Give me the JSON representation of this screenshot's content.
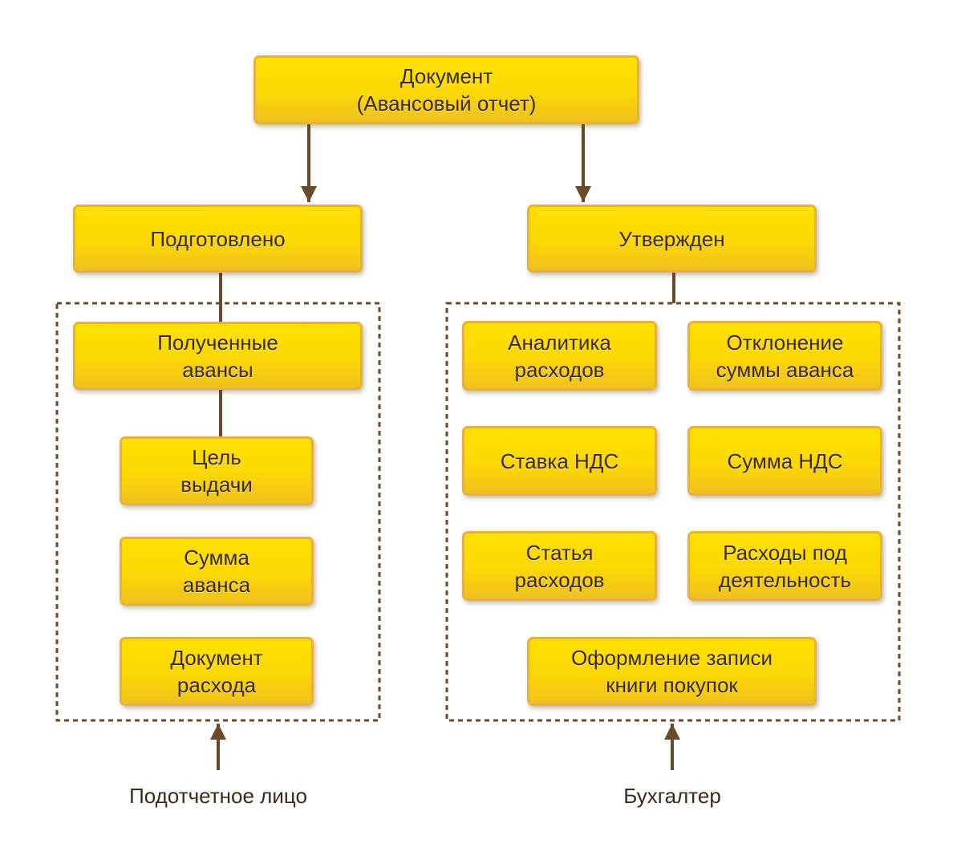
{
  "colors": {
    "connector": "#6b4a2b",
    "box_fill": "#fbd705",
    "box_border": "#e6b13e",
    "text": "#3b2a17"
  },
  "nodes": {
    "document": "Документ\n(Авансовый отчет)",
    "prepared": "Подготовлено",
    "approved": "Утвержден",
    "received_advances": "Полученные\nавансы",
    "purpose": "Цель\nвыдачи",
    "advance_amount": "Сумма\nаванса",
    "expense_document": "Документ\nрасхода",
    "expense_analytics": "Аналитика\nрасходов",
    "advance_deviation": "Отклонение\nсуммы аванса",
    "vat_rate": "Ставка НДС",
    "vat_amount": "Сумма НДС",
    "expense_item": "Статья\nрасходов",
    "activity_expenses": "Расходы под\nдеятельность",
    "purchase_book_entry": "Оформление записи\nкниги покупок"
  },
  "captions": {
    "accountable_person": "Подотчетное лицо",
    "accountant": "Бухгалтер"
  }
}
